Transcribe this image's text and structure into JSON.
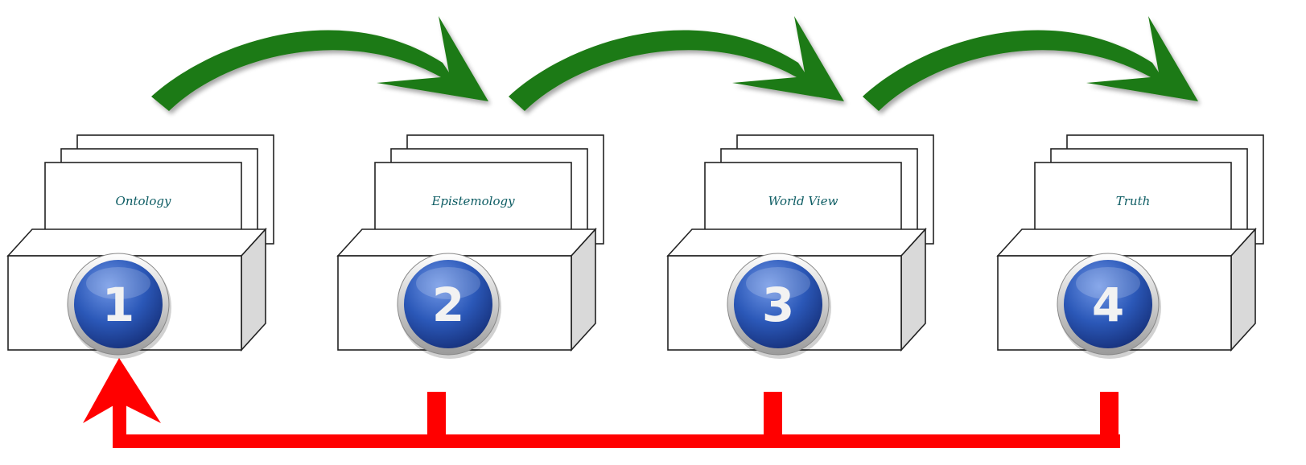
{
  "steps": [
    {
      "number": "1",
      "label": "Ontology"
    },
    {
      "number": "2",
      "label": "Epistemology"
    },
    {
      "number": "3",
      "label": "World View"
    },
    {
      "number": "4",
      "label": "Truth"
    }
  ],
  "colors": {
    "forward_arrow": "#1e7a12",
    "feedback_arrow": "#ff0000",
    "badge_blue": "#2b58b8",
    "label_text": "#0d5c63"
  }
}
